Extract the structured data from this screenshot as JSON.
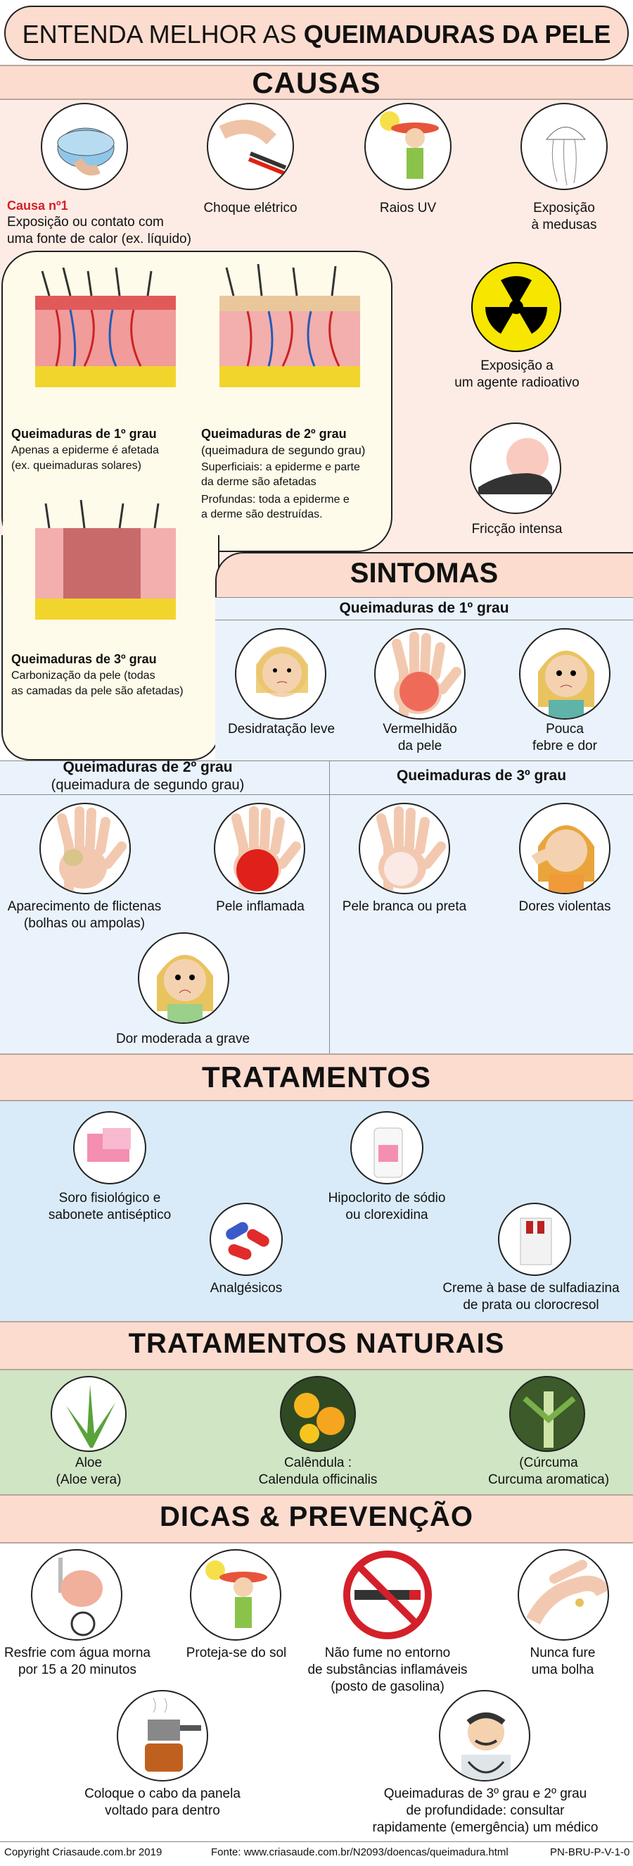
{
  "header": {
    "title_light": "ENTENDA MELHOR AS ",
    "title_bold": "QUEIMADURAS DA PELE"
  },
  "sections": {
    "causas": "CAUSAS",
    "sintomas": "SINTOMAS",
    "tratamentos": "TRATAMENTOS",
    "naturais": "TRATAMENTOS NATURAIS",
    "dicas": "DICAS & PREVENÇÃO"
  },
  "causas": {
    "cause1_tag": "Causa nº1",
    "cause1_text": [
      "Exposição ou contato com",
      "uma fonte de calor (ex. líquido)"
    ],
    "choque": "Choque elétrico",
    "raios": "Raios UV",
    "medusas": [
      "Exposição",
      "à medusas"
    ],
    "radio": [
      "Exposição a",
      "um agente radioativo"
    ],
    "friccao": "Fricção intensa"
  },
  "graus": {
    "g1_title": "Queimaduras de 1º grau",
    "g1_desc": [
      "Apenas a epiderme é afetada",
      "(ex. queimaduras solares)"
    ],
    "g2_title": "Queimaduras de 2º grau",
    "g2_desc": [
      "(queimadura de segundo grau)",
      "Superficiais: a epiderme e parte",
      "da derme são afetadas",
      "Profundas: toda a epiderme e",
      "a derme são destruídas."
    ],
    "g3_title": "Queimaduras de 3º grau",
    "g3_desc": [
      "Carbonização da pele (todas",
      "as camadas da pele são afetadas)"
    ]
  },
  "sintomas": {
    "h1": "Queimaduras de 1º grau",
    "desid": "Desidratação leve",
    "verm": [
      "Vermelhidão",
      "da pele"
    ],
    "febre": [
      "Pouca",
      "febre e dor"
    ],
    "h2": "Queimaduras de 2º grau",
    "h2_sub": "(queimadura de segundo grau)",
    "h3": "Queimaduras de 3º grau",
    "flict": [
      "Aparecimento de flictenas",
      "(bolhas ou ampolas)"
    ],
    "infl": "Pele inflamada",
    "dor_mod": "Dor moderada a grave",
    "branca": "Pele branca ou preta",
    "dores": "Dores violentas"
  },
  "tratamentos": {
    "soro": [
      "Soro fisiológico e",
      "sabonete antiséptico"
    ],
    "hipo": [
      "Hipoclorito de sódio",
      "ou clorexidina"
    ],
    "analg": "Analgésicos",
    "creme": [
      "Creme à base de sulfadiazina",
      "de prata ou clorocresol"
    ]
  },
  "naturais": {
    "aloe": [
      "Aloe",
      "(Aloe vera)"
    ],
    "calend": [
      "Calêndula :",
      "Calendula officinalis"
    ],
    "curc": [
      "(Cúrcuma",
      "Curcuma aromatica)"
    ]
  },
  "dicas": {
    "resfrie": [
      "Resfrie com água morna",
      "por 15 a 20 minutos"
    ],
    "sol": "Proteja-se do sol",
    "fume": [
      "Não fume no entorno",
      "de substâncias inflamáveis",
      "(posto de gasolina)"
    ],
    "bolha": [
      "Nunca fure",
      "uma bolha"
    ],
    "panela": [
      "Coloque o cabo da panela",
      "voltado para dentro"
    ],
    "medico": [
      "Queimaduras de 3º grau e 2º grau",
      "de profundidade: consultar",
      "rapidamente (emergência) um médico"
    ]
  },
  "footer": {
    "copyright": "Copyright Criasaude.com.br 2019",
    "fonte": "Fonte: www.criasaude.com.br/N2093/doencas/queimadura.html",
    "code": "PN-BRU-P-V-1-0"
  },
  "colors": {
    "band": "#fcdccf",
    "blue_panel": "#eaf3fb",
    "green_panel": "#cfe5c4",
    "card": "#fffbea",
    "red_tag": "#d4202a"
  }
}
